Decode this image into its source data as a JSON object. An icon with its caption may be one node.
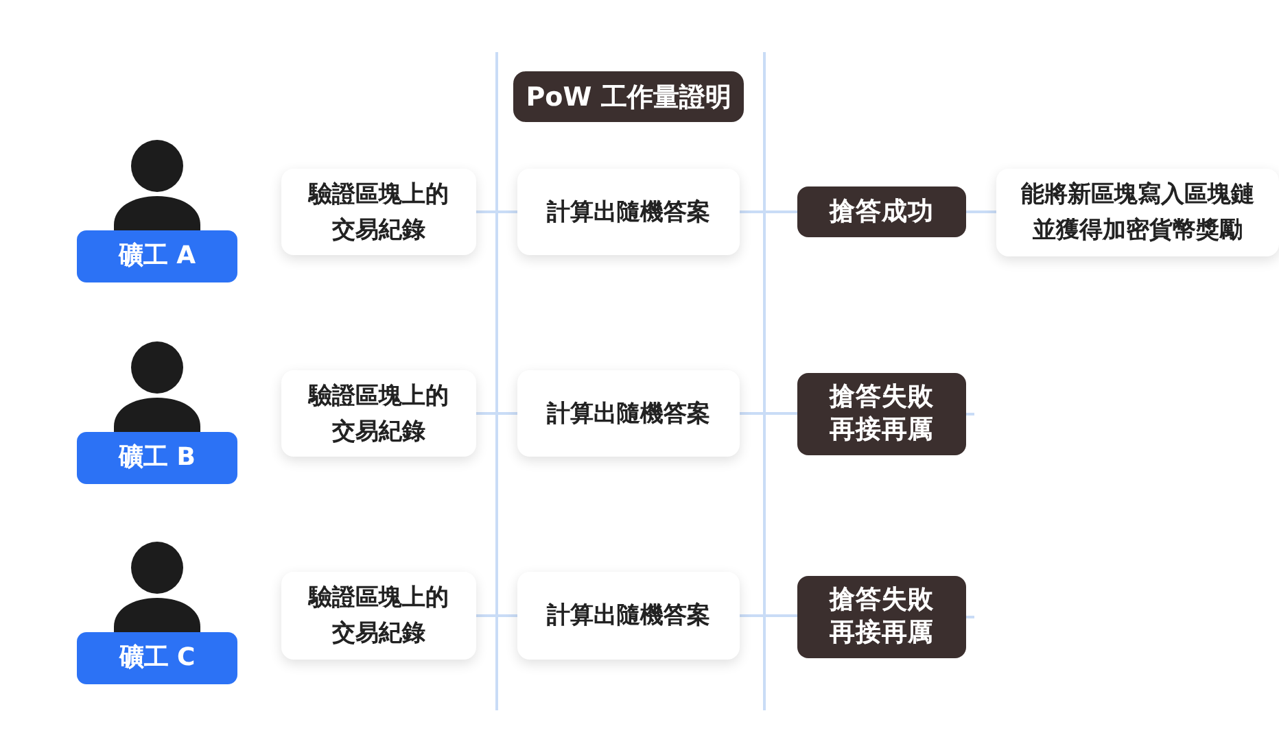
{
  "diagram": {
    "nodes": [
      {
        "text": [
          "PoW 工作量證明"
        ]
      },
      {
        "text": [
          "礦工 A"
        ]
      },
      {
        "text": [
          "驗證區塊上的交易紀錄"
        ]
      },
      {
        "text": [
          "計算出隨機答案"
        ]
      },
      {
        "text": [
          "搶答成功"
        ]
      },
      {
        "text": [
          "能將新區塊寫入區塊鏈並獲得加密貨幣獎勵"
        ]
      },
      {
        "text": [
          "礦工 B"
        ]
      },
      {
        "text": [
          "驗證區塊上的交易紀錄"
        ]
      },
      {
        "text": [
          "計算出隨機答案"
        ]
      },
      {
        "text": [
          "搶答失敗再接再厲"
        ]
      },
      {
        "text": [
          "礦工 C"
        ]
      },
      {
        "text": [
          "驗證區塊上的交易紀錄"
        ]
      },
      {
        "text": [
          "計算出隨機答案"
        ]
      },
      {
        "text": [
          "搶答失敗再接再厲"
        ]
      }
    ],
    "edges": [
      {
        "from": 2,
        "to": 3,
        "arrow": "none"
      },
      {
        "from": 3,
        "to": 4,
        "arrow": "none"
      },
      {
        "from": 4,
        "to": 5,
        "arrow": "none"
      },
      {
        "from": 7,
        "to": 8,
        "arrow": "none"
      },
      {
        "from": 8,
        "to": 9,
        "arrow": "none"
      },
      {
        "from": 9,
        "to": null,
        "arrow": "none"
      },
      {
        "from": 11,
        "to": 12,
        "arrow": "none"
      },
      {
        "from": 12,
        "to": 13,
        "arrow": "none"
      },
      {
        "from": 13,
        "to": null,
        "arrow": "none"
      }
    ]
  }
}
